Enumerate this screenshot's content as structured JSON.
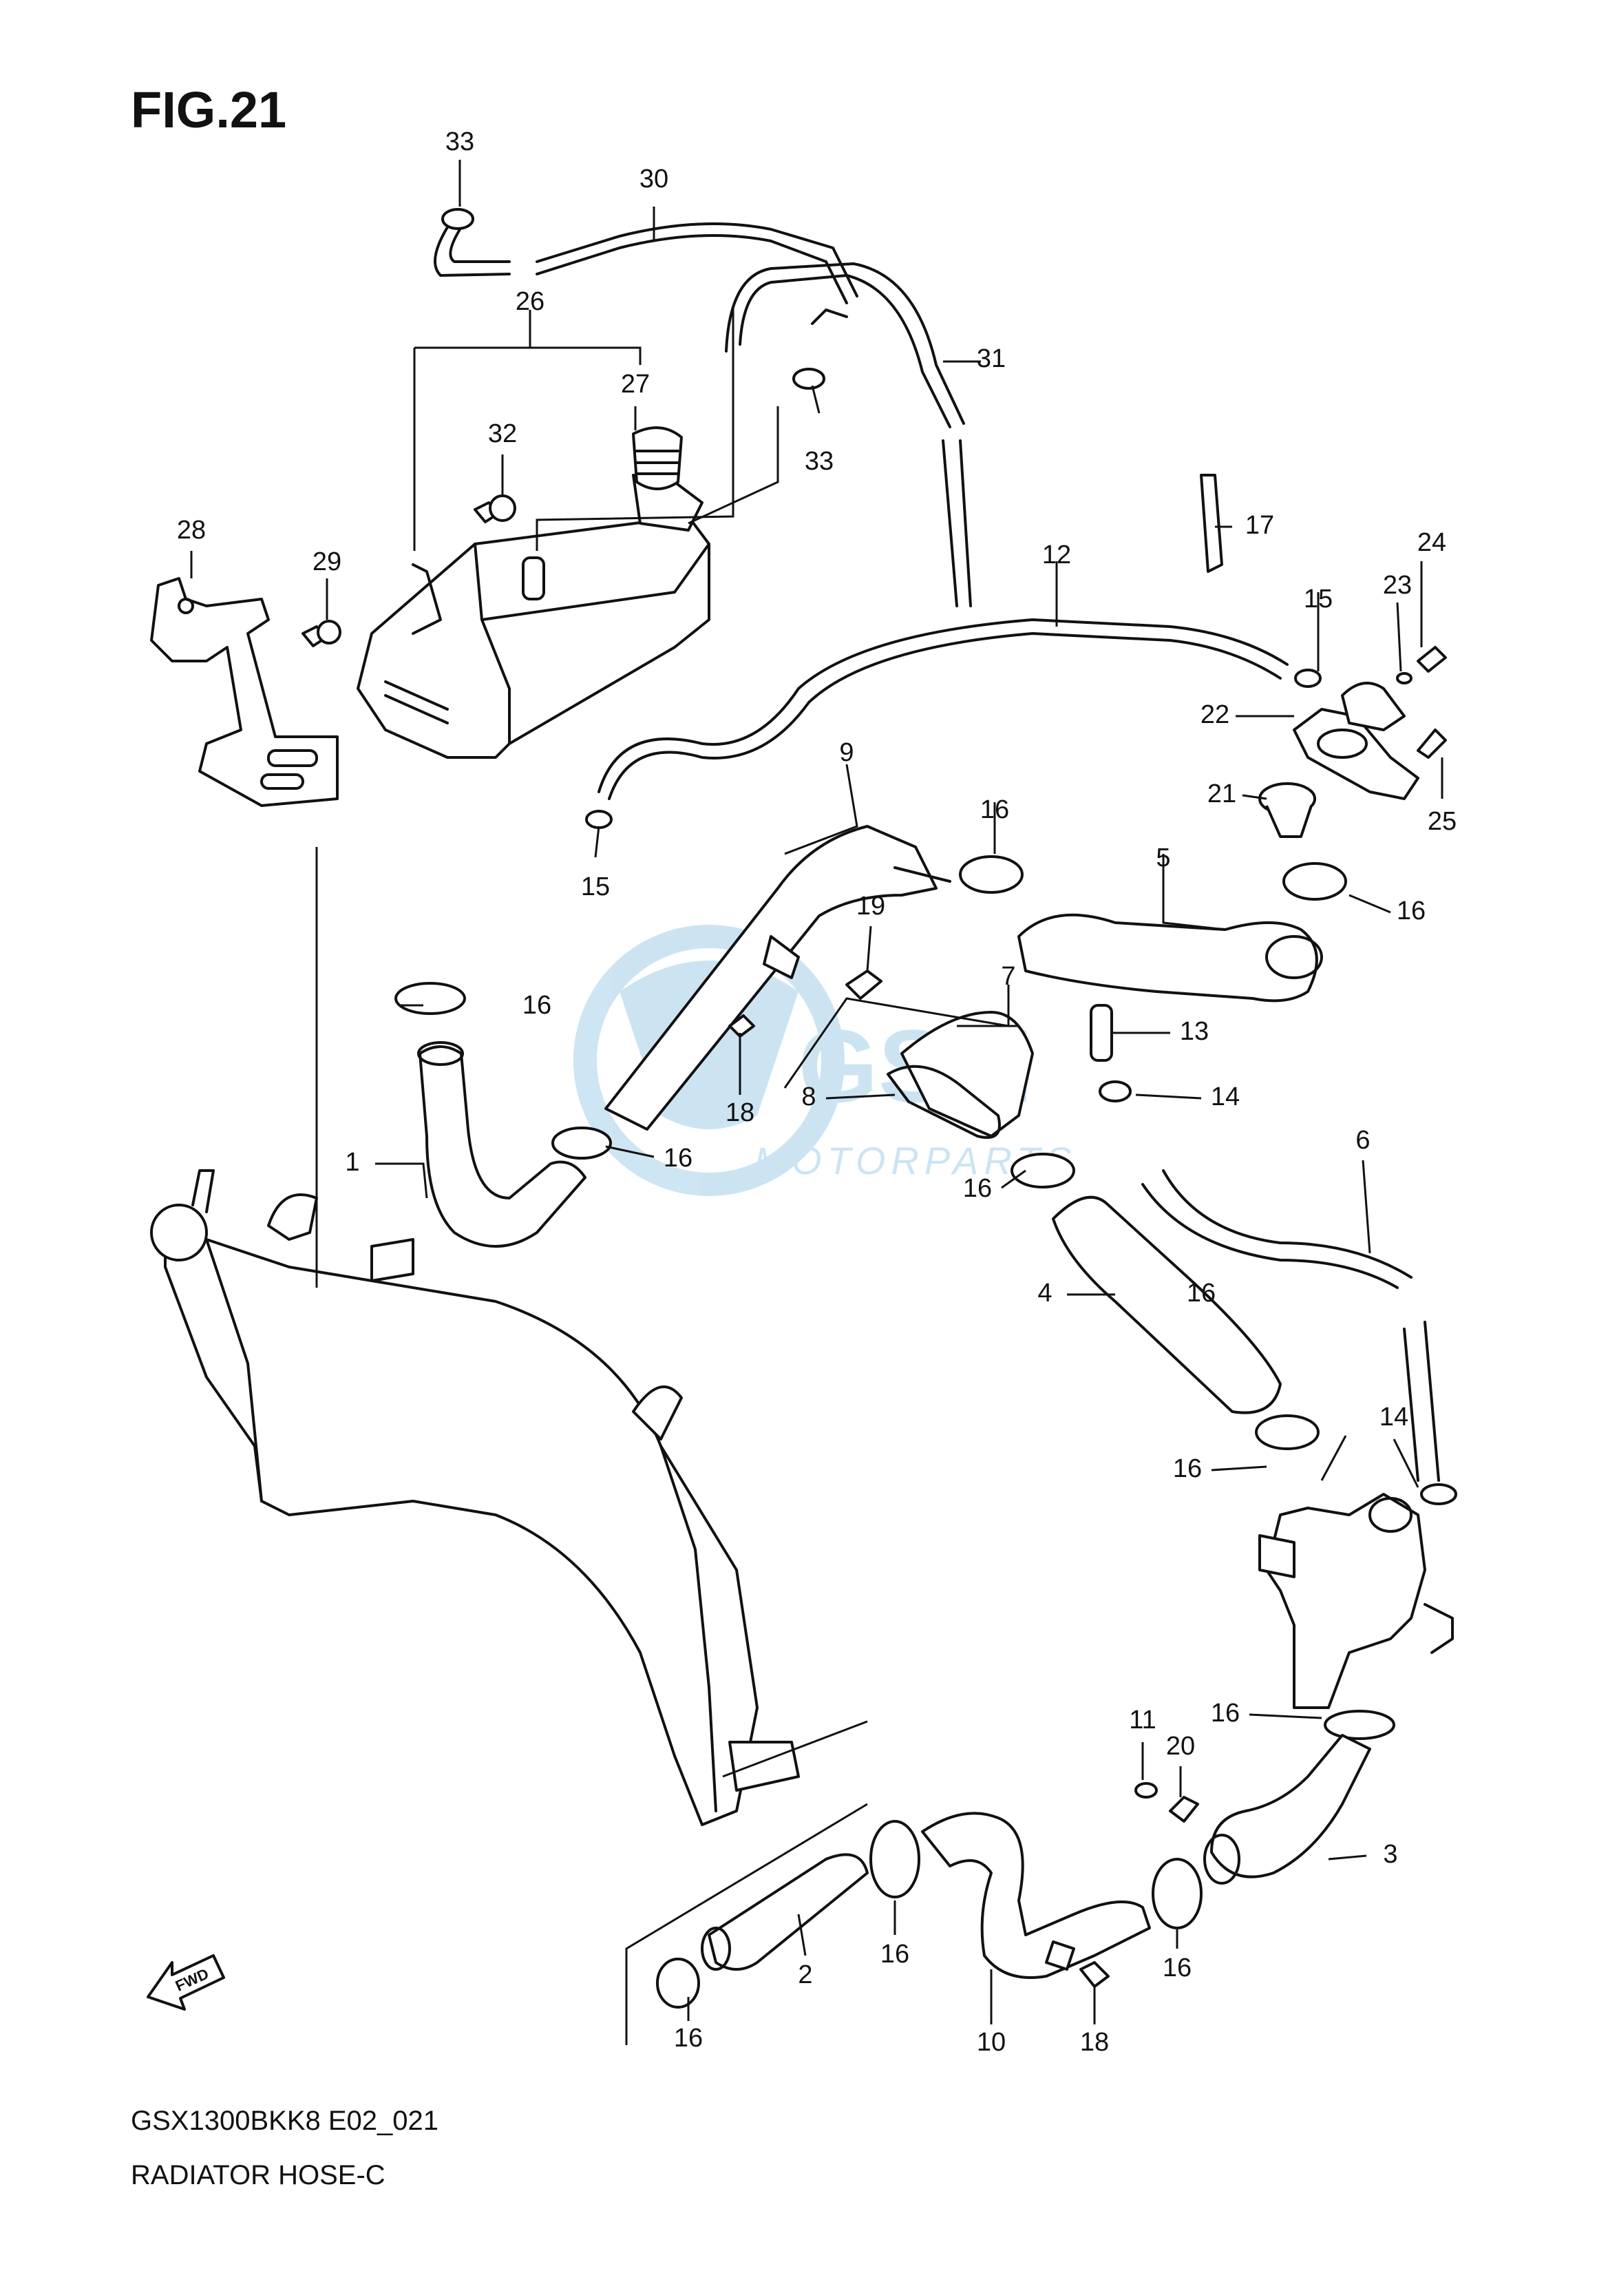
{
  "figure": {
    "title": "FIG.21",
    "model_code": "GSX1300BKK8 E02_021",
    "name": "RADIATOR HOSE-C"
  },
  "fwd_label": "FWD",
  "watermark": {
    "brand": "MOTORPARTS",
    "logo_color": "#1e88c8"
  },
  "callouts": [
    "33",
    "30",
    "26",
    "27",
    "31",
    "32",
    "33",
    "28",
    "29",
    "17",
    "12",
    "24",
    "23",
    "15",
    "22",
    "25",
    "21",
    "9",
    "16",
    "5",
    "16",
    "15",
    "19",
    "7",
    "16",
    "13",
    "18",
    "8",
    "14",
    "1",
    "16",
    "16",
    "6",
    "4",
    "16",
    "14",
    "16",
    "11",
    "20",
    "3",
    "16",
    "16",
    "16",
    "2",
    "10",
    "18",
    "16"
  ]
}
